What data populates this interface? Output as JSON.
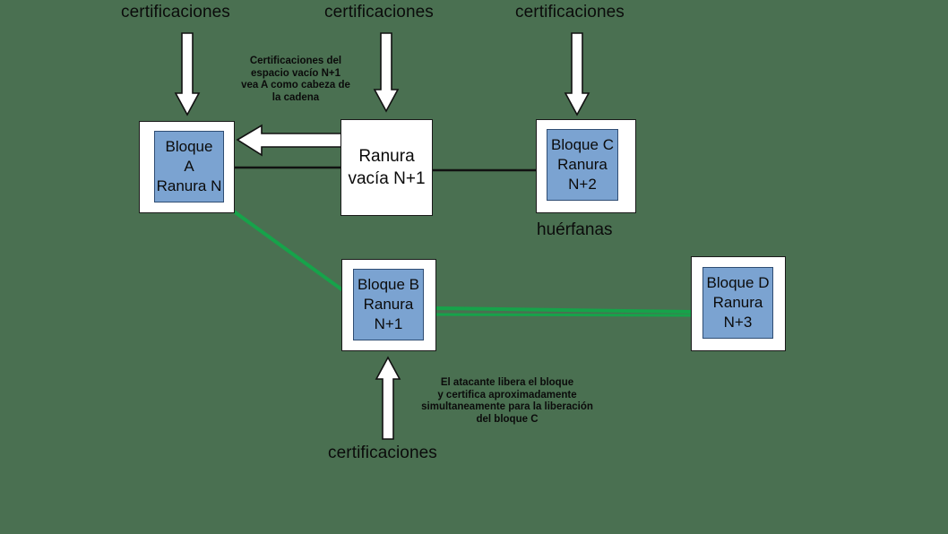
{
  "diagram": {
    "background_color": "#4a7051",
    "block_fill_color": "#7ba3d1",
    "chain_link_color": "#111111",
    "attacker_link_color": "#16a34a"
  },
  "labels": {
    "cert_top_left": "certificaciones",
    "cert_top_middle": "certificaciones",
    "cert_top_right": "certificaciones",
    "cert_bottom": "certificaciones",
    "orphans": "huérfanas"
  },
  "notes": {
    "empty_slot_note": "Certificaciones del\nespacio vacío N+1\nvea A como cabeza de\nla cadena",
    "attacker_note": "El atacante libera el bloque\ny certifica aproximadamente\nsimultaneamente para la liberación\ndel bloque C"
  },
  "blocks": {
    "block_a": "Bloque\nA\nRanura N",
    "empty_slot": "Ranura\nvacía N+1",
    "block_c": "Bloque C\nRanura\nN+2",
    "block_b": "Bloque B\nRanura\nN+1",
    "block_d": "Bloque D\nRanura\nN+3"
  },
  "arrows": {
    "down_left": "down-arrow",
    "down_middle": "down-arrow",
    "down_right": "down-arrow",
    "up_bottom": "up-arrow",
    "left_to_block_a": "left-arrow"
  }
}
